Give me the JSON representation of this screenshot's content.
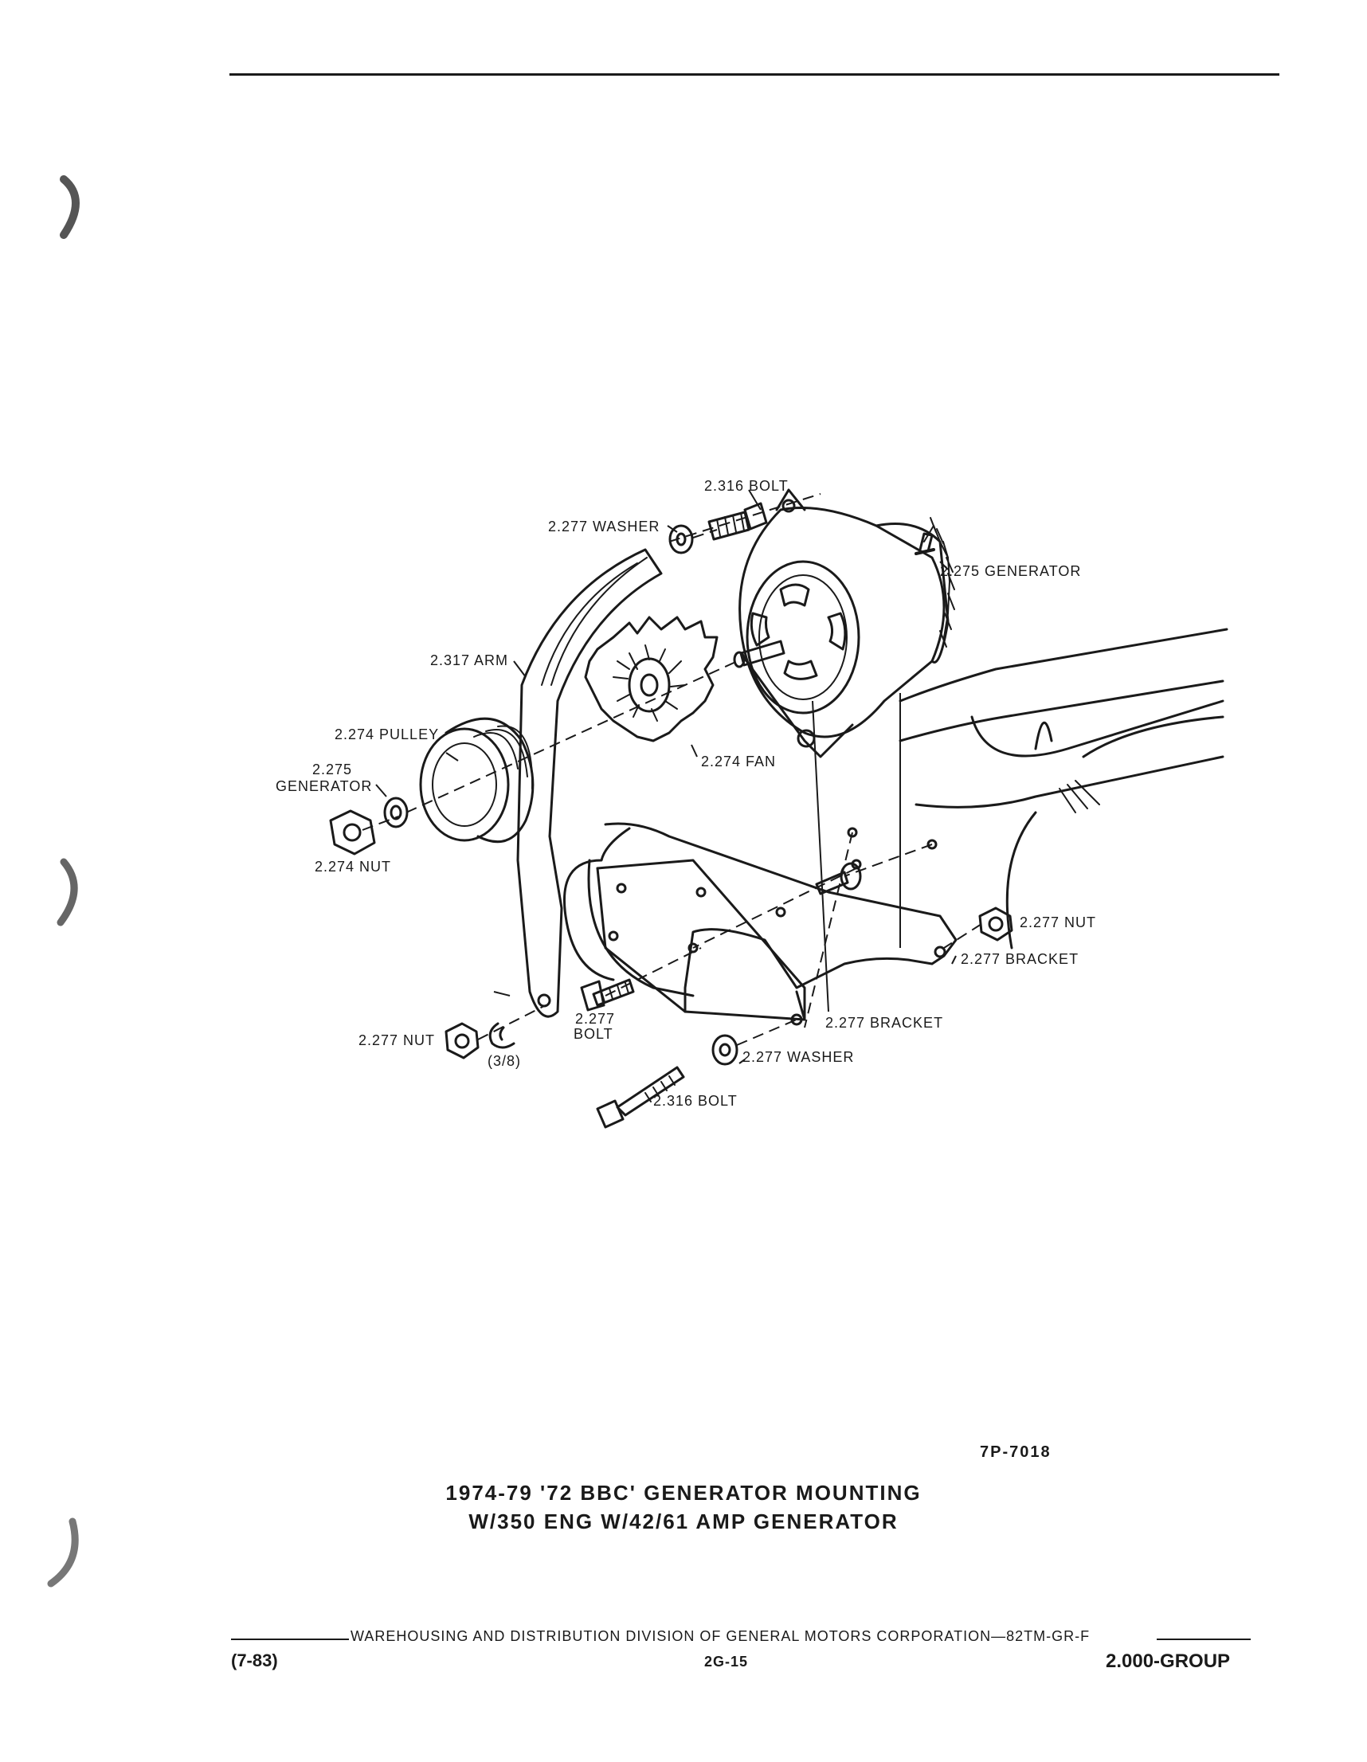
{
  "labels": {
    "bolt_top": "2.316 BOLT",
    "washer_top": "2.277 WASHER",
    "generator_main": "2.275 GENERATOR",
    "arm": "2.317 ARM",
    "pulley": "2.274 PULLEY",
    "generator_small_1": "2.275",
    "generator_small_2": "GENERATOR",
    "fan": "2.274 FAN",
    "nut_left": "2.274 NUT",
    "nut_right": "2.277 NUT",
    "bracket_right": "2.277 BRACKET",
    "bolt_mid_1": "2.277",
    "bolt_mid_2": "BOLT",
    "bracket_center": "2.277 BRACKET",
    "nut_bottom": "2.277 NUT",
    "nut_bottom_size": "(3/8)",
    "washer_bottom": "2.277 WASHER",
    "bolt_bottom": "2.316 BOLT"
  },
  "figure_number": "7P-7018",
  "title_line1": "1974-79 '72 BBC' GENERATOR MOUNTING",
  "title_line2": "W/350 ENG W/42/61 AMP GENERATOR",
  "footer": {
    "publisher": "WAREHOUSING AND DISTRIBUTION  DIVISION OF GENERAL MOTORS CORPORATION—82TM-GR-F",
    "date": "(7-83)",
    "page": "2G-15",
    "group": "2.000-GROUP"
  }
}
